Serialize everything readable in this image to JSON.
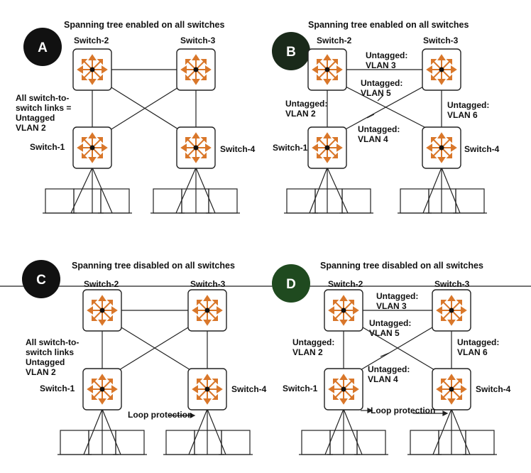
{
  "panels": {
    "A": {
      "letter": "A",
      "header": "Spanning tree enabled on all switches",
      "badge_color": "#111111",
      "switches": [
        "Switch-2",
        "Switch-3",
        "Switch-1",
        "Switch-4"
      ],
      "note": [
        "All switch-to-",
        "switch links =",
        "Untagged",
        "VLAN 2"
      ]
    },
    "B": {
      "letter": "B",
      "header": "Spanning tree enabled on all switches",
      "badge_color": "#1a2a1a",
      "switches": [
        "Switch-2",
        "Switch-3",
        "Switch-1",
        "Switch-4"
      ],
      "links": {
        "top": [
          "Untagged:",
          "VLAN 3"
        ],
        "diag_a": [
          "Untagged:",
          "VLAN 5"
        ],
        "left": [
          "Untagged:",
          "VLAN 2"
        ],
        "right": [
          "Untagged:",
          "VLAN 6"
        ],
        "diag_b": [
          "Untagged:",
          "VLAN 4"
        ]
      }
    },
    "C": {
      "letter": "C",
      "header": "Spanning tree disabled on all switches",
      "badge_color": "#111111",
      "switches": [
        "Switch-2",
        "Switch-3",
        "Switch-1",
        "Switch-4"
      ],
      "note": [
        "All switch-to-",
        "switch links",
        "Untagged",
        "VLAN 2"
      ],
      "loop": "Loop protection"
    },
    "D": {
      "letter": "D",
      "header": "Spanning tree disabled on all switches",
      "badge_color": "#1f4a1f",
      "switches": [
        "Switch-2",
        "Switch-3",
        "Switch-1",
        "Switch-4"
      ],
      "links": {
        "top": [
          "Untagged:",
          "VLAN 3"
        ],
        "diag_a": [
          "Untagged:",
          "VLAN 5"
        ],
        "left": [
          "Untagged:",
          "VLAN 2"
        ],
        "right": [
          "Untagged:",
          "VLAN 6"
        ],
        "diag_b": [
          "Untagged:",
          "VLAN 4"
        ]
      },
      "loop": "Loop protection"
    }
  },
  "colors": {
    "arrow": "#d9772a",
    "arrow_dark": "#b0451a",
    "line": "#222222"
  }
}
